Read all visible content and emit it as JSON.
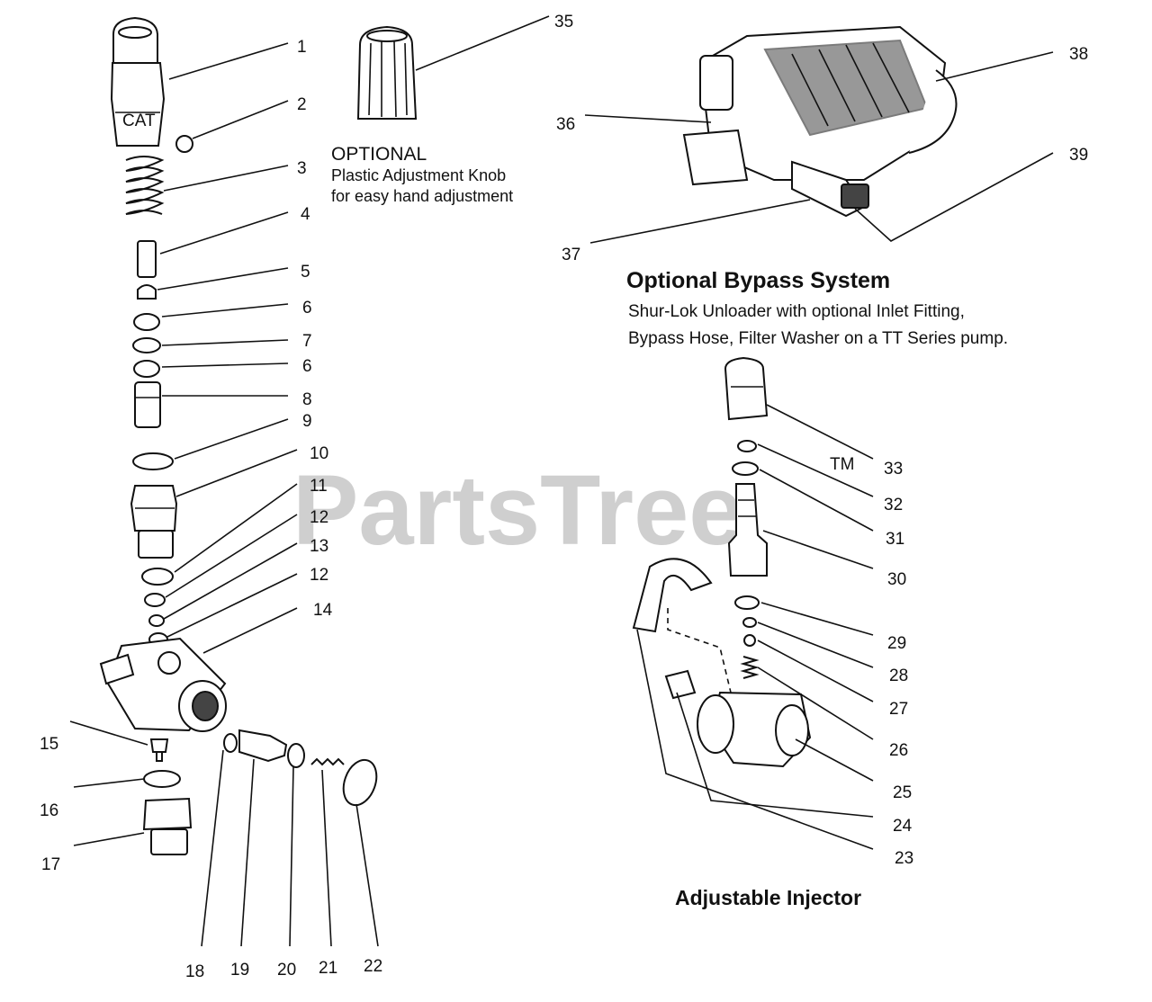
{
  "watermark": {
    "text": "PartsTree",
    "tm": "TM"
  },
  "optional_knob": {
    "heading": "OPTIONAL",
    "line1": "Plastic Adjustment Knob",
    "line2": "for easy hand adjustment"
  },
  "bypass": {
    "title": "Optional Bypass System",
    "line1": "Shur-Lok Unloader  with optional Inlet Fitting,",
    "line2": "Bypass Hose, Filter Washer on a TT Series pump."
  },
  "injector": {
    "title": "Adjustable Injector"
  },
  "callouts": [
    "1",
    "2",
    "3",
    "4",
    "5",
    "6",
    "7",
    "6",
    "8",
    "9",
    "10",
    "11",
    "12",
    "13",
    "12",
    "14",
    "15",
    "16",
    "17",
    "18",
    "19",
    "20",
    "21",
    "22",
    "23",
    "24",
    "25",
    "26",
    "27",
    "28",
    "29",
    "30",
    "31",
    "32",
    "33",
    "35",
    "36",
    "37",
    "38",
    "39"
  ]
}
